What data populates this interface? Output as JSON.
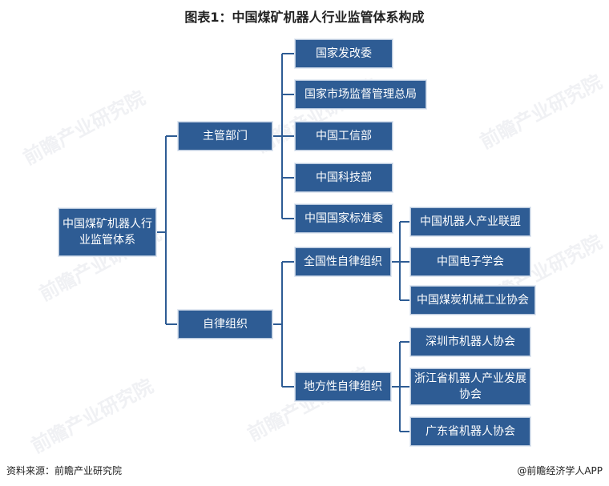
{
  "title": "图表1：中国煤矿机器人行业监管体系构成",
  "nodes": {
    "root": "中国煤矿机器人行业监管体系",
    "gov": "主管部门",
    "self": "自律组织",
    "gov_items": [
      "国家发改委",
      "国家市场监督管理总局",
      "中国工信部",
      "中国科技部",
      "中国国家标准委"
    ],
    "national": "全国性自律组织",
    "local": "地方性自律组织",
    "national_items": [
      "中国机器人产业联盟",
      "中国电子学会",
      "中国煤炭机械工业协会"
    ],
    "local_items": [
      "深圳市机器人协会",
      "浙江省机器人产业发展协会",
      "广东省机器人协会"
    ]
  },
  "colors": {
    "box": "#2e5c94",
    "line": "#2e5c94"
  },
  "footer": {
    "source": "资料来源：前瞻产业研究院",
    "brand": "@前瞻经济学人APP"
  },
  "watermark": "前瞻产业研究院"
}
